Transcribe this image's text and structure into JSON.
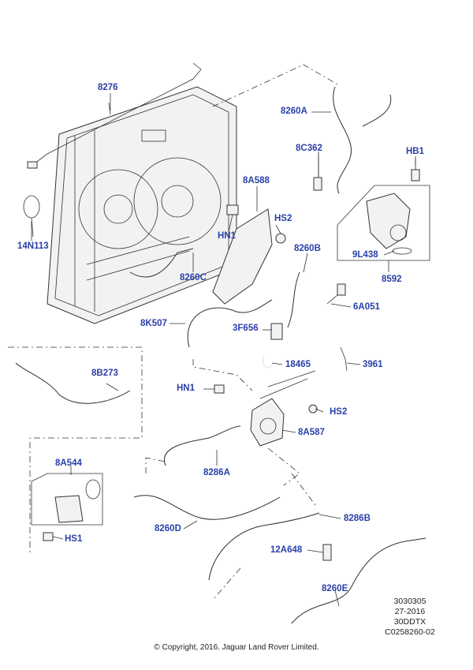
{
  "callouts": {
    "c8276": "8276",
    "c8260A": "8260A",
    "c8C362": "8C362",
    "cHB1": "HB1",
    "c14N113": "14N113",
    "c8A588": "8A588",
    "cHS2a": "HS2",
    "cHN1a": "HN1",
    "c8260C": "8260C",
    "c8260B": "8260B",
    "c9L438": "9L438",
    "c8592": "8592",
    "c8K507": "8K507",
    "c3F656": "3F656",
    "c6A051": "6A051",
    "c18465": "18465",
    "c3961": "3961",
    "c8B273": "8B273",
    "cHN1b": "HN1",
    "cHS2b": "HS2",
    "c8A587": "8A587",
    "c8286A": "8286A",
    "c8A544": "8A544",
    "cHS1": "HS1",
    "c8260D": "8260D",
    "c8286B": "8286B",
    "c12A648": "12A648",
    "c8260E": "8260E"
  },
  "reference": {
    "line1": "3030305",
    "line2": "27-2016",
    "line3": "30DDTX",
    "line4": "C0258260-02"
  },
  "copyright": "© Copyright, 2016. Jaguar Land Rover Limited.",
  "colors": {
    "callout": "#2a3fa8",
    "linework": "#333333"
  }
}
